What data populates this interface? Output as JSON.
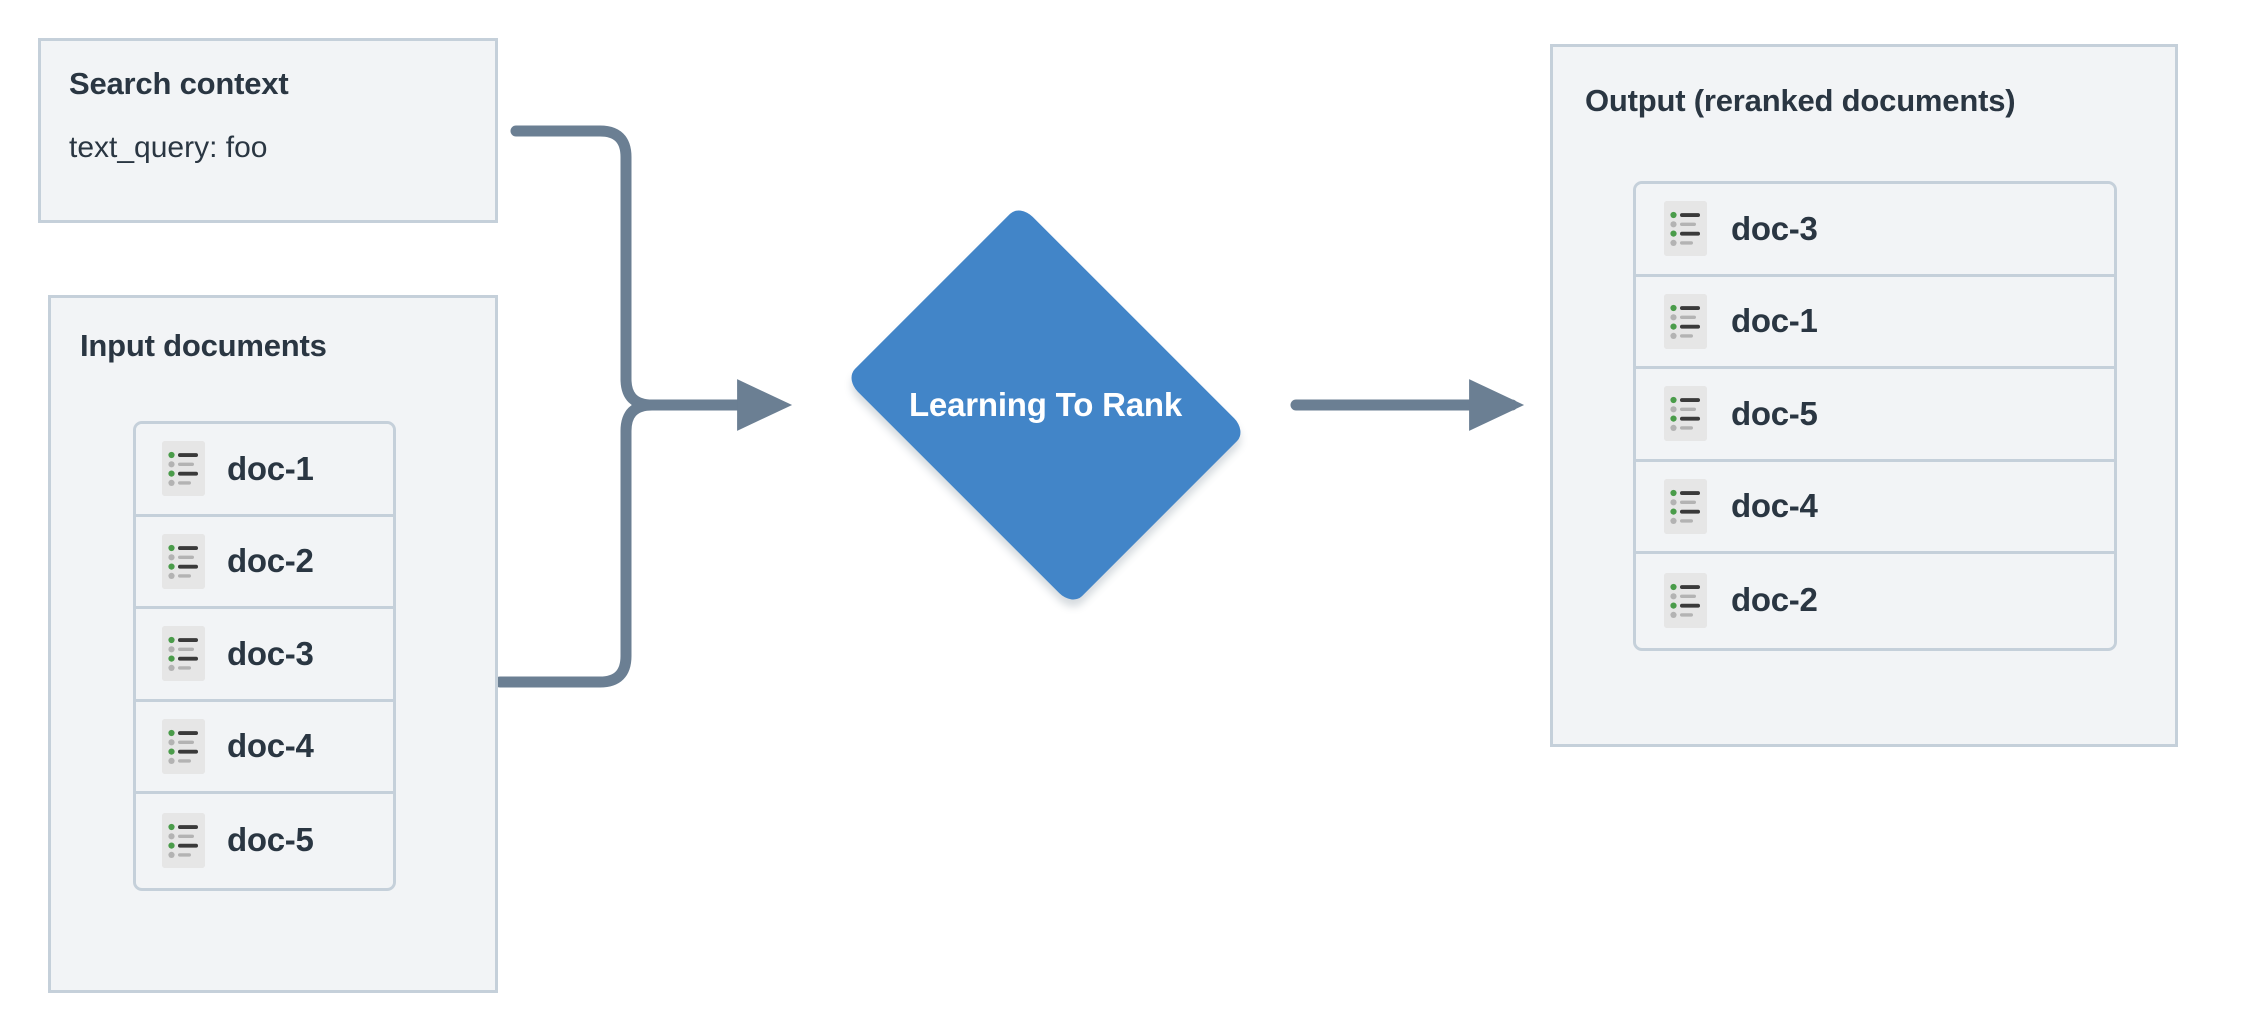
{
  "diagram": {
    "title": "Learning To Rank reranking flow",
    "colors": {
      "panel_bg": "#f2f4f6",
      "panel_border": "#c5d0da",
      "text": "#2a3642",
      "node_blue": "#4285c8",
      "connector": "#6b7f93",
      "icon_bg": "#e6e6e6",
      "icon_accent_green": "#4a9c4a",
      "icon_dark": "#3a3a3a",
      "icon_muted": "#b3b3b3"
    }
  },
  "search_context": {
    "title": "Search context",
    "fields": [
      {
        "label": "text_query: foo"
      }
    ]
  },
  "input_documents": {
    "title": "Input documents",
    "items": [
      {
        "label": "doc-1",
        "icon": "document-list-icon"
      },
      {
        "label": "doc-2",
        "icon": "document-list-icon"
      },
      {
        "label": "doc-3",
        "icon": "document-list-icon"
      },
      {
        "label": "doc-4",
        "icon": "document-list-icon"
      },
      {
        "label": "doc-5",
        "icon": "document-list-icon"
      }
    ]
  },
  "process_node": {
    "label": "Learning To Rank",
    "shape": "diamond"
  },
  "output": {
    "title": "Output (reranked documents)",
    "items": [
      {
        "label": "doc-3",
        "icon": "document-list-icon"
      },
      {
        "label": "doc-1",
        "icon": "document-list-icon"
      },
      {
        "label": "doc-5",
        "icon": "document-list-icon"
      },
      {
        "label": "doc-4",
        "icon": "document-list-icon"
      },
      {
        "label": "doc-2",
        "icon": "document-list-icon"
      }
    ]
  },
  "connectors": [
    {
      "name": "search-context-to-ltr",
      "from": "search_context",
      "to": "process_node",
      "style": "elbow-arrow"
    },
    {
      "name": "input-documents-to-ltr",
      "from": "input_documents",
      "to": "process_node",
      "style": "elbow-arrow"
    },
    {
      "name": "ltr-to-output",
      "from": "process_node",
      "to": "output",
      "style": "straight-arrow"
    }
  ]
}
